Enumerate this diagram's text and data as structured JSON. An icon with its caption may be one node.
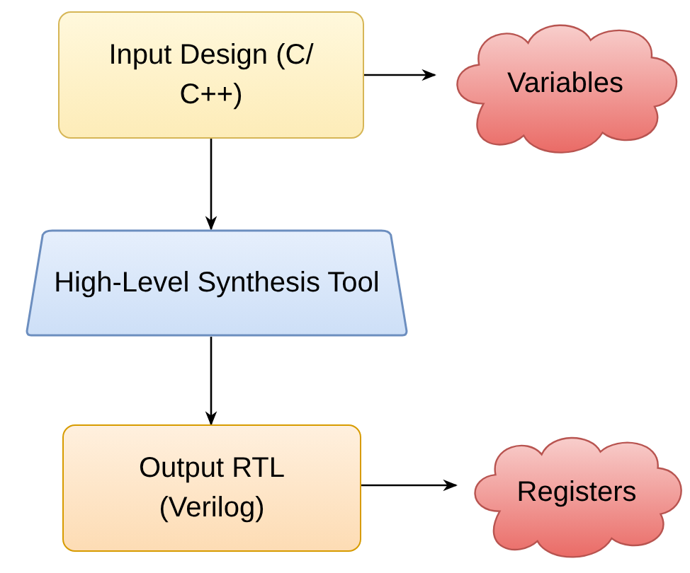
{
  "diagram": {
    "nodes": [
      {
        "text": [
          "Input Design (C/ C++)"
        ]
      },
      {
        "text": [
          "Variables"
        ]
      },
      {
        "text": [
          "High-Level Synthesis Tool"
        ]
      },
      {
        "text": [
          "Output RTL (Verilog)"
        ]
      },
      {
        "text": [
          "Registers"
        ]
      }
    ],
    "edges": [
      {
        "from": 0,
        "to": 1,
        "arrow": "to"
      },
      {
        "from": 0,
        "to": 2,
        "arrow": "to"
      },
      {
        "from": 2,
        "to": 3,
        "arrow": "to"
      },
      {
        "from": 3,
        "to": 4,
        "arrow": "to"
      }
    ]
  }
}
